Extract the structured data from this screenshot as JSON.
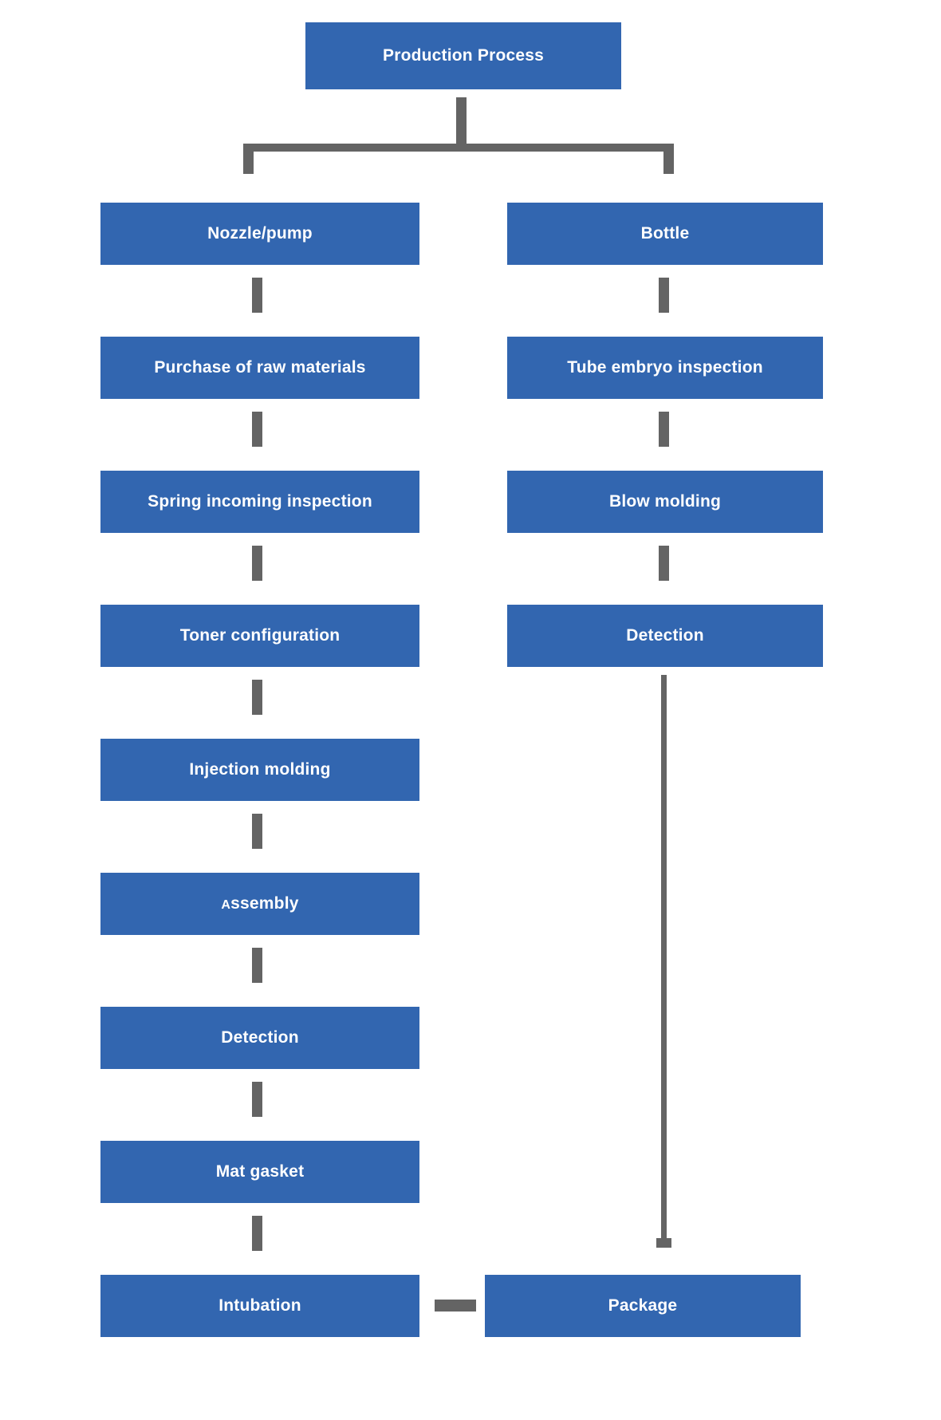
{
  "chart_data": {
    "type": "diagram",
    "title": "Production Process",
    "diagram_kind": "flowchart",
    "orientation": "top-down",
    "branches": [
      "Nozzle/pump",
      "Bottle"
    ],
    "nodes": [
      "Production Process",
      "Nozzle/pump",
      "Bottle",
      "Purchase of raw materials",
      "Tube embryo inspection",
      "Spring incoming inspection",
      "Blow molding",
      "Toner configuration",
      "Detection",
      "Injection molding",
      "Assembly",
      "Detection",
      "Mat gasket",
      "Intubation",
      "Package"
    ],
    "edges": [
      [
        "Production Process",
        "Nozzle/pump"
      ],
      [
        "Production Process",
        "Bottle"
      ],
      [
        "Nozzle/pump",
        "Purchase of raw materials"
      ],
      [
        "Purchase of raw materials",
        "Spring incoming inspection"
      ],
      [
        "Spring incoming inspection",
        "Toner configuration"
      ],
      [
        "Toner configuration",
        "Injection molding"
      ],
      [
        "Injection molding",
        "Assembly"
      ],
      [
        "Assembly",
        "Detection"
      ],
      [
        "Detection",
        "Mat gasket"
      ],
      [
        "Mat gasket",
        "Intubation"
      ],
      [
        "Bottle",
        "Tube embryo inspection"
      ],
      [
        "Tube embryo inspection",
        "Blow molding"
      ],
      [
        "Blow molding",
        "Detection"
      ],
      [
        "Detection",
        "Package"
      ],
      [
        "Intubation",
        "Package"
      ]
    ],
    "colors": {
      "node_fill": "#3266b0",
      "node_text": "#ffffff",
      "connector": "#646464",
      "background": "#ffffff"
    }
  },
  "diagram": {
    "root": {
      "label": "Production Process"
    },
    "left_column": {
      "branch_label": "Nozzle/pump",
      "steps": [
        {
          "label": "Purchase of raw materials"
        },
        {
          "label": "Spring incoming inspection"
        },
        {
          "label": "Toner configuration"
        },
        {
          "label": "Injection molding"
        },
        {
          "label": "Assembly",
          "lead": "A",
          "rest": "ssembly"
        },
        {
          "label": "Detection"
        },
        {
          "label": "Mat gasket"
        },
        {
          "label": "Intubation"
        }
      ]
    },
    "right_column": {
      "branch_label": "Bottle",
      "steps": [
        {
          "label": "Tube embryo inspection"
        },
        {
          "label": "Blow molding"
        },
        {
          "label": "Detection"
        }
      ],
      "terminal": {
        "label": "Package"
      }
    }
  }
}
